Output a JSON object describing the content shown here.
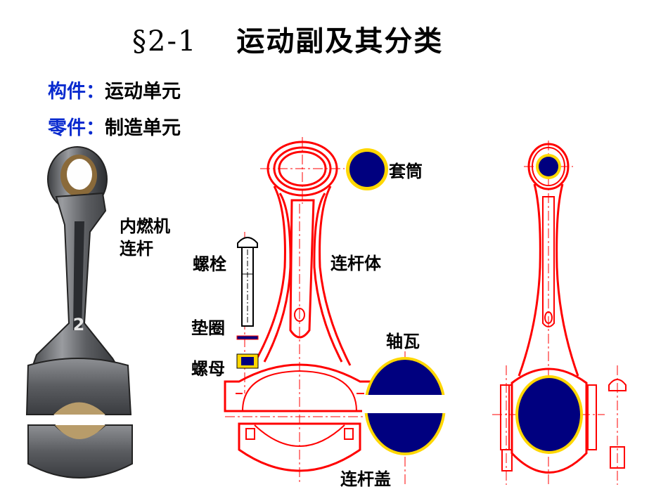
{
  "title": {
    "section": "§2-1",
    "text": "运动副及其分类"
  },
  "definitions": [
    {
      "term": "构件：",
      "meaning": "运动单元"
    },
    {
      "term": "零件：",
      "meaning": "制造单元"
    }
  ],
  "labels": {
    "engine_rod": "内燃机",
    "engine_rod_2": "连杆",
    "sleeve": "套筒",
    "bolt": "螺栓",
    "rod_body": "连杆体",
    "washer": "垫圈",
    "nut": "螺母",
    "bearing": "轴瓦",
    "rod_cap": "连杆盖"
  },
  "photo_mark": "2",
  "colors": {
    "drawing": "#ff0000",
    "part_fill": "#00007f",
    "bearing_ring": "#ffd700",
    "term": "#0a2bcf"
  }
}
